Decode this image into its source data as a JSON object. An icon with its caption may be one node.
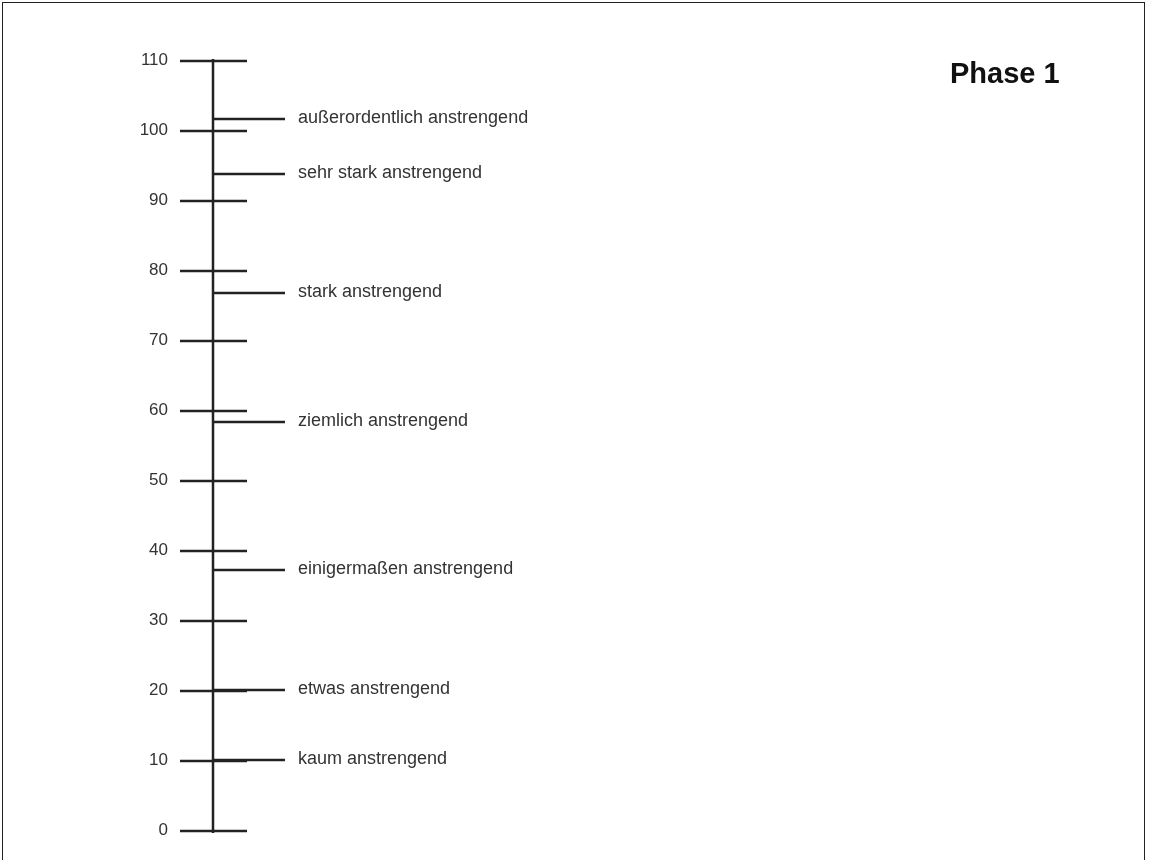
{
  "diagram": {
    "title": "Phase 1",
    "labels": [
      "110",
      "außerordentlich anstrengend",
      "100",
      "sehr stark anstrengend",
      "90",
      "80",
      "stark anstrengend",
      "70",
      "60",
      "ziemlich anstrengend",
      "50",
      "40",
      "einigermaßen anstrengend",
      "30",
      "20",
      "etwas anstrengend",
      "10",
      "kaum anstrengend",
      "0"
    ]
  }
}
